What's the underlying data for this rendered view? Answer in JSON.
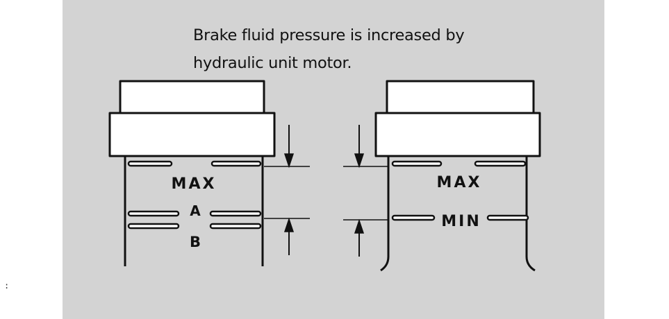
{
  "caption": {
    "line1": "Brake fluid pressure is increased by",
    "line2": "hydraulic unit motor."
  },
  "left_reservoir": {
    "upper_mark": "MAX",
    "middle_mark": "A",
    "lower_mark": "B"
  },
  "right_reservoir": {
    "upper_mark": "MAX",
    "lower_mark": "MIN"
  },
  "stray_mark": ":",
  "colors": {
    "panel_background": "#d3d3d3",
    "reservoir_fill": "#ffffff",
    "line_color": "#111111"
  }
}
